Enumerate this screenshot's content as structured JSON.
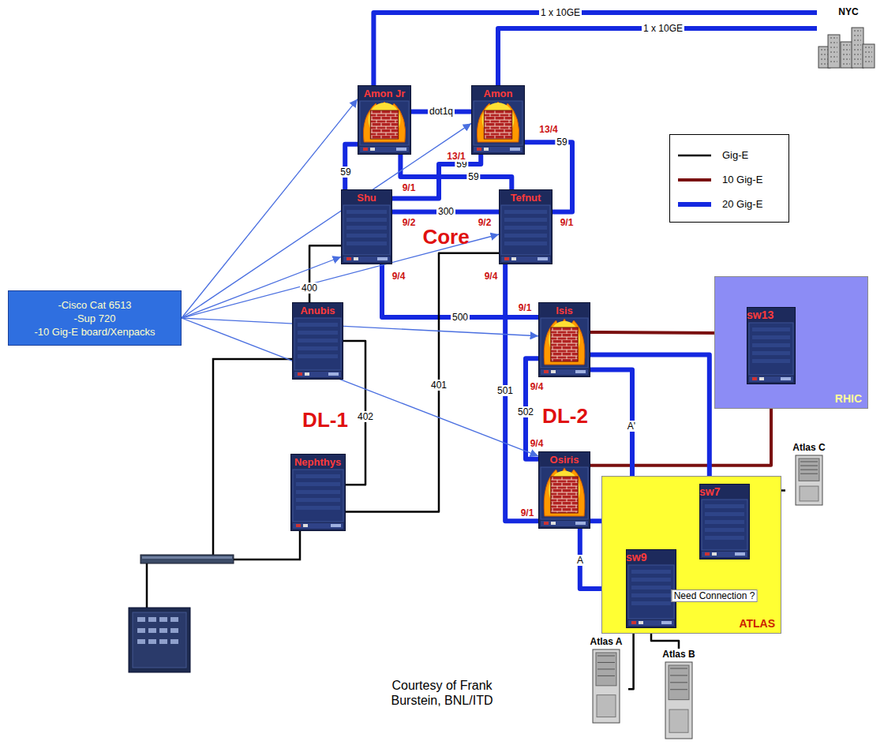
{
  "diagram": {
    "nodes": [
      {
        "text": [
          "Amon Jr"
        ]
      },
      {
        "text": [
          "Amon"
        ]
      },
      {
        "text": [
          "Shu"
        ]
      },
      {
        "text": [
          "Tefnut"
        ]
      },
      {
        "text": [
          "Anubis"
        ]
      },
      {
        "text": [
          "Nephthys"
        ]
      },
      {
        "text": [
          "Isis"
        ]
      },
      {
        "text": [
          "Osiris"
        ]
      },
      {
        "text": [
          "RHIC"
        ]
      },
      {
        "text": [
          "sw13"
        ],
        "in": 8
      },
      {
        "text": [
          "ATLAS"
        ]
      },
      {
        "text": [
          "sw7"
        ],
        "in": 10
      },
      {
        "text": [
          "sw9"
        ],
        "in": 10
      },
      {
        "text": [
          "NYC"
        ]
      },
      {
        "text": [
          "Atlas C"
        ]
      },
      {
        "text": [
          "Atlas A"
        ]
      },
      {
        "text": [
          "Atlas B"
        ]
      },
      {
        "text": [
          "-Cisco Cat 6513",
          "-Sup 720",
          "-10 Gig-E board/Xenpacks"
        ]
      }
    ],
    "edges": [
      {
        "from": 0,
        "to": 13,
        "label": "1 x 10GE",
        "arrow": "none"
      },
      {
        "from": 1,
        "to": 13,
        "label": "1 x 10GE",
        "arrow": "none"
      },
      {
        "from": 0,
        "to": 1,
        "label": "dot1q",
        "arrow": "none"
      },
      {
        "from": 0,
        "to": 2,
        "label": "59",
        "arrow": "none"
      },
      {
        "from": 0,
        "to": 3,
        "label": "59",
        "arrow": "none"
      },
      {
        "from": 1,
        "to": 2,
        "label": "59",
        "arrow": "none"
      },
      {
        "from": 1,
        "to": 3,
        "label": "59",
        "arrow": "none"
      },
      {
        "from": 2,
        "to": 3,
        "label": "300",
        "arrow": "none"
      },
      {
        "from": 2,
        "to": 4,
        "label": "400",
        "arrow": "none"
      },
      {
        "from": 2,
        "to": 6,
        "label": "500",
        "arrow": "none"
      },
      {
        "from": 3,
        "to": 7,
        "label": "501",
        "arrow": "none"
      },
      {
        "from": 3,
        "to": 5,
        "label": "401",
        "arrow": "none"
      },
      {
        "from": 4,
        "to": 5,
        "label": "402",
        "arrow": "none"
      },
      {
        "from": 6,
        "to": 7,
        "label": "502",
        "arrow": "none"
      },
      {
        "from": 6,
        "to": 9,
        "arrow": "none"
      },
      {
        "from": 7,
        "to": 9,
        "arrow": "none"
      },
      {
        "from": 6,
        "to": 11,
        "arrow": "none"
      },
      {
        "from": 6,
        "to": 12,
        "label": "A'",
        "arrow": "none"
      },
      {
        "from": 7,
        "to": 11,
        "arrow": "none"
      },
      {
        "from": 7,
        "to": 12,
        "label": "A",
        "arrow": "none"
      },
      {
        "from": 12,
        "to": 11,
        "label": "Need Connection ?",
        "arrow": "none"
      },
      {
        "from": 11,
        "to": 14,
        "arrow": "none"
      },
      {
        "from": 12,
        "to": 15,
        "arrow": "none"
      },
      {
        "from": 12,
        "to": 16,
        "arrow": "none"
      },
      {
        "from": 17,
        "to": 0,
        "arrow": "to"
      },
      {
        "from": 17,
        "to": 1,
        "arrow": "to"
      },
      {
        "from": 17,
        "to": 2,
        "arrow": "to"
      },
      {
        "from": 17,
        "to": 3,
        "arrow": "to"
      },
      {
        "from": 17,
        "to": 6,
        "arrow": "to"
      },
      {
        "from": 17,
        "to": 7,
        "arrow": "to"
      }
    ],
    "labels": [
      "Core",
      "DL-1",
      "DL-2",
      "13/1",
      "13/4",
      "9/1",
      "9/2",
      "9/2",
      "9/1",
      "9/4",
      "9/4",
      "9/1",
      "9/4",
      "9/4",
      "9/1",
      "Courtesy of Frank Burstein, BNL/ITD"
    ],
    "legend": [
      {
        "text": "Gig-E"
      },
      {
        "text": "10 Gig-E"
      },
      {
        "text": "20 Gig-E"
      }
    ]
  }
}
